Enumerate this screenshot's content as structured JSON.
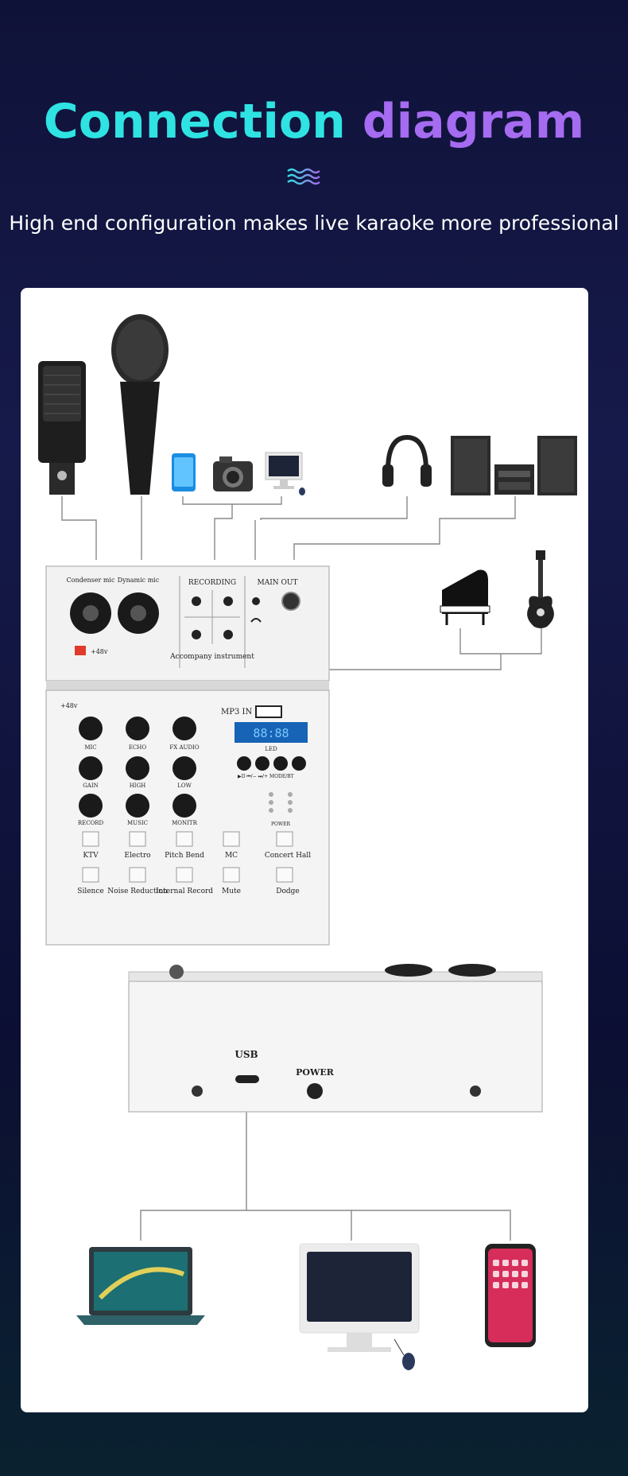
{
  "header": {
    "title_word1": "Connection",
    "title_word2": "diagram",
    "subtitle": "High end configuration makes live karaoke more professional"
  },
  "colors": {
    "title_cyan": "#2fe3e3",
    "title_purple": "#a56bf0",
    "background": "#131640",
    "card": "#ffffff"
  },
  "mixer_top": {
    "inputs": {
      "condenser": "Condenser mic",
      "dynamic": "Dynamic mic",
      "phantom": "+48v"
    },
    "recording": "RECORDING",
    "main_out": "MAIN OUT",
    "accompany": "Accompany instrument",
    "phantom_label": "+48v",
    "mp3_in": "MP3 IN",
    "display": "88:88",
    "led": "LED",
    "transport": "▶II  ⏮/−  ⏭/+  MODE/BT",
    "power": "POWER",
    "knob_rows": [
      [
        "MIC",
        "ECHO",
        "FX AUDIO"
      ],
      [
        "GAIN",
        "HIGH",
        "LOW"
      ],
      [
        "RECORD",
        "MUSIC",
        "MONITR"
      ]
    ],
    "buttons_row1": [
      "KTV",
      "Electro",
      "Pitch Bend",
      "MC",
      "Concert Hall"
    ],
    "buttons_row2": [
      "Silence",
      "Noise Reduction",
      "Internal Record",
      "Mute",
      "Dodge"
    ]
  },
  "mixer_back": {
    "usb": "USB",
    "power": "POWER"
  },
  "devices": {
    "top": [
      "condenser-mic-icon",
      "dynamic-mic-icon",
      "phone-icon",
      "camera-icon",
      "monitor-icon",
      "headphones-icon",
      "speakers-icon"
    ],
    "instruments": [
      "piano-icon",
      "guitar-icon"
    ],
    "bottom": [
      "laptop-icon",
      "desktop-icon",
      "smartphone-icon"
    ]
  }
}
